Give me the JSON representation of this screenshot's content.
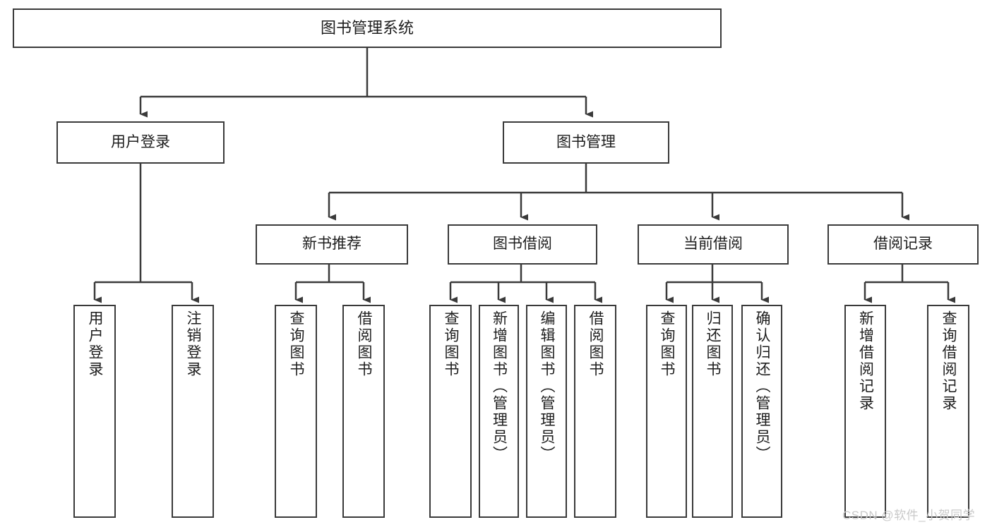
{
  "diagram": {
    "kind": "function-structure-tree",
    "title": "图书管理系统",
    "watermark": "CSDN @软件_小贺同学",
    "colors": {
      "node_border": "#3a3a3a",
      "node_fill": "#ffffff",
      "edge": "#3a3a3a",
      "text": "#1d1d1d",
      "watermark": "#c9c9c9",
      "background": "#ffffff"
    },
    "root": {
      "label": "图书管理系统"
    },
    "level1": [
      {
        "label": "用户登录"
      },
      {
        "label": "图书管理"
      }
    ],
    "level2": [
      {
        "label": "新书推荐"
      },
      {
        "label": "图书借阅"
      },
      {
        "label": "当前借阅"
      },
      {
        "label": "借阅记录"
      }
    ],
    "leaves": [
      {
        "label": "用户登录",
        "parent": "用户登录"
      },
      {
        "label": "注销登录",
        "parent": "用户登录"
      },
      {
        "label": "查询图书",
        "parent": "新书推荐"
      },
      {
        "label": "借阅图书",
        "parent": "新书推荐"
      },
      {
        "label": "查询图书",
        "parent": "图书借阅"
      },
      {
        "label": "新增图书（管理员）",
        "parent": "图书借阅"
      },
      {
        "label": "编辑图书（管理员）",
        "parent": "图书借阅"
      },
      {
        "label": "借阅图书",
        "parent": "图书借阅"
      },
      {
        "label": "查询图书",
        "parent": "当前借阅"
      },
      {
        "label": "归还图书",
        "parent": "当前借阅"
      },
      {
        "label": "确认归还（管理员）",
        "parent": "当前借阅"
      },
      {
        "label": "新增借阅记录",
        "parent": "借阅记录"
      },
      {
        "label": "查询借阅记录",
        "parent": "借阅记录"
      }
    ]
  }
}
